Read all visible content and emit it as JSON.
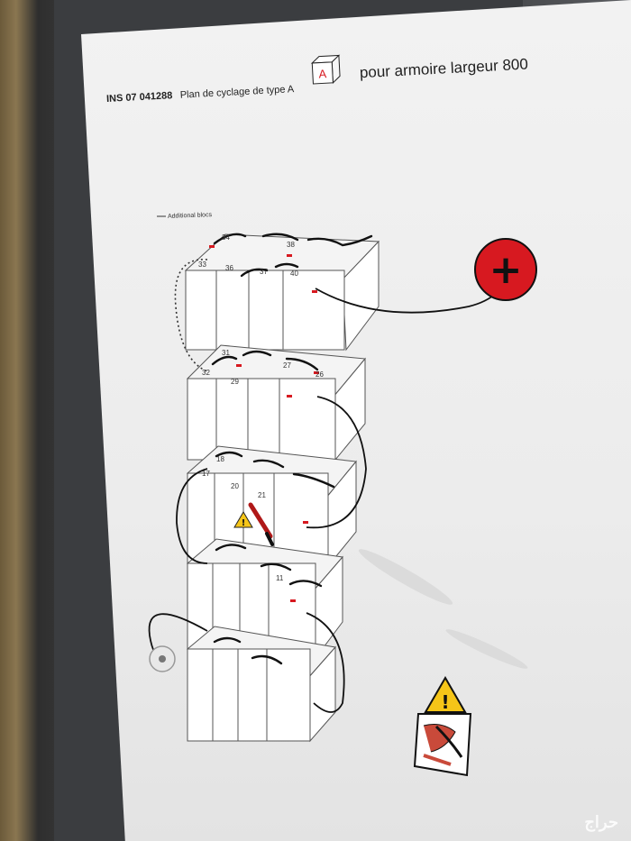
{
  "header": {
    "code": "INS 07 041288",
    "plan": "Plan de cyclage de type A",
    "type_letter": "A",
    "suffix": "pour armoire largeur 800"
  },
  "diagram": {
    "additional_label": "Additional blocs",
    "positive_symbol": "+",
    "tier1_numbers": [
      "34",
      "33",
      "38",
      "36",
      "37",
      "40"
    ],
    "tier2_numbers": [
      "31",
      "32",
      "29",
      "27",
      "26"
    ],
    "tier3_numbers": [
      "18",
      "17",
      "20",
      "21"
    ],
    "tier4_numbers": [
      "11"
    ]
  },
  "watermark": "حراج",
  "colors": {
    "wall": "#3b3d40",
    "sheet": "#f0f0f0",
    "positive_terminal": "#d71920",
    "warning": "#f5c518"
  },
  "icons": [
    "type-a-cube-icon",
    "positive-terminal-icon",
    "warning-triangle-icon",
    "hazard-sign-icon",
    "ground-terminal-icon"
  ]
}
